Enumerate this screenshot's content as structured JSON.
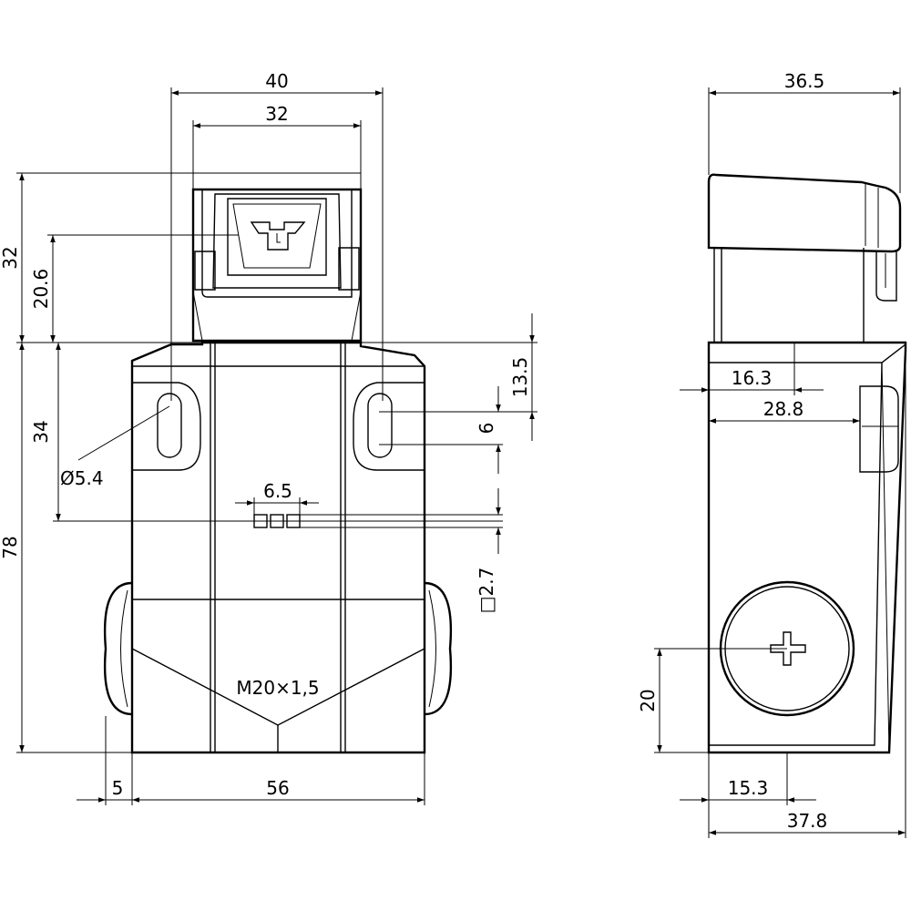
{
  "dimensions": {
    "front_overall_width": "40",
    "head_width": "32",
    "head_height": "32",
    "actuator_slot_height": "20.6",
    "body_hole_offset": "34",
    "body_height": "78",
    "mounting_hole_diameter": "Ø5.4",
    "indicator_pitch": "6.5",
    "indicator_square": "□2.7",
    "hole_top_offset": "13.5",
    "slot_length": "6",
    "cable_thread": "M20×1,5",
    "flange_offset": "5",
    "base_width": "56",
    "side_top_width": "36.5",
    "side_offset_1": "16.3",
    "side_offset_2": "28.8",
    "screw_height": "20",
    "screw_offset": "15.3",
    "side_bottom_width": "37.8"
  },
  "colors": {
    "line": "#000000",
    "background": "#ffffff"
  }
}
